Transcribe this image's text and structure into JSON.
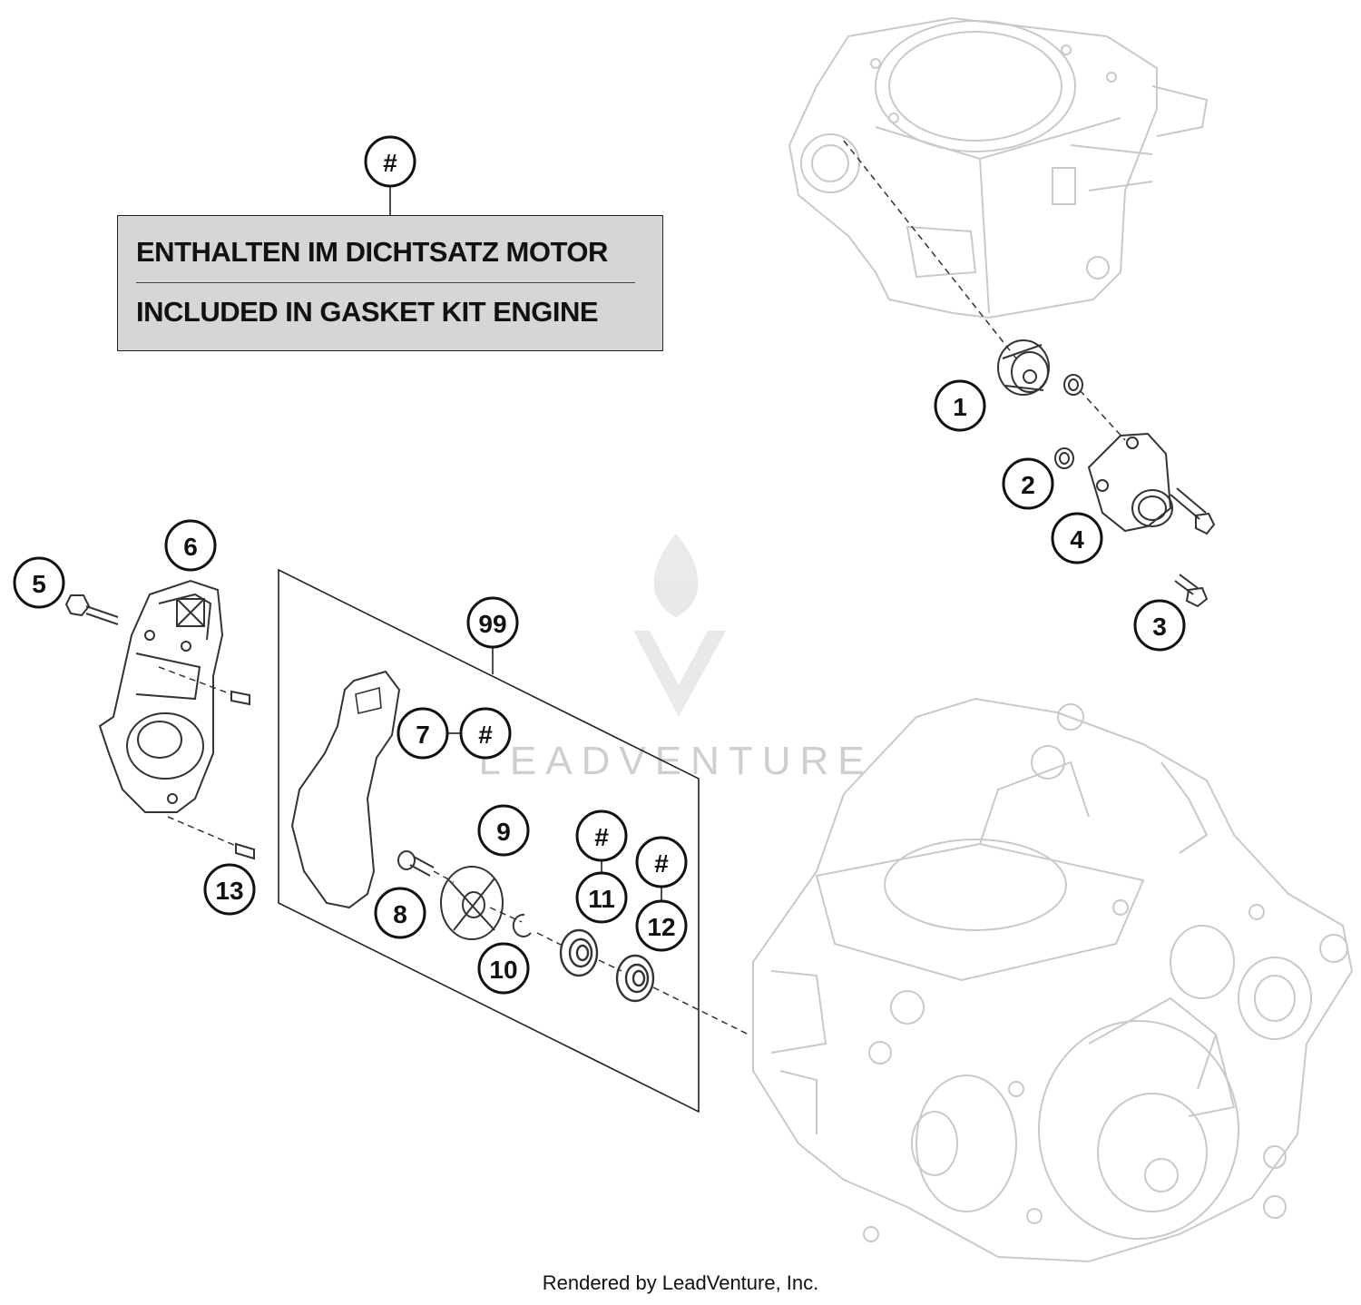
{
  "note": {
    "callout": "#",
    "line_de": "ENTHALTEN IM DICHTSATZ MOTOR",
    "line_en": "INCLUDED IN GASKET KIT ENGINE"
  },
  "callouts": {
    "c1": "1",
    "c2": "2",
    "c3": "3",
    "c4": "4",
    "c5": "5",
    "c6": "6",
    "c7": "7",
    "c7h": "#",
    "c8": "8",
    "c9": "9",
    "c10": "10",
    "c11": "11",
    "c11h": "#",
    "c12": "12",
    "c12h": "#",
    "c13": "13",
    "c99": "99"
  },
  "watermark": "LEADVENTURE",
  "footer": "Rendered by LeadVenture, Inc."
}
